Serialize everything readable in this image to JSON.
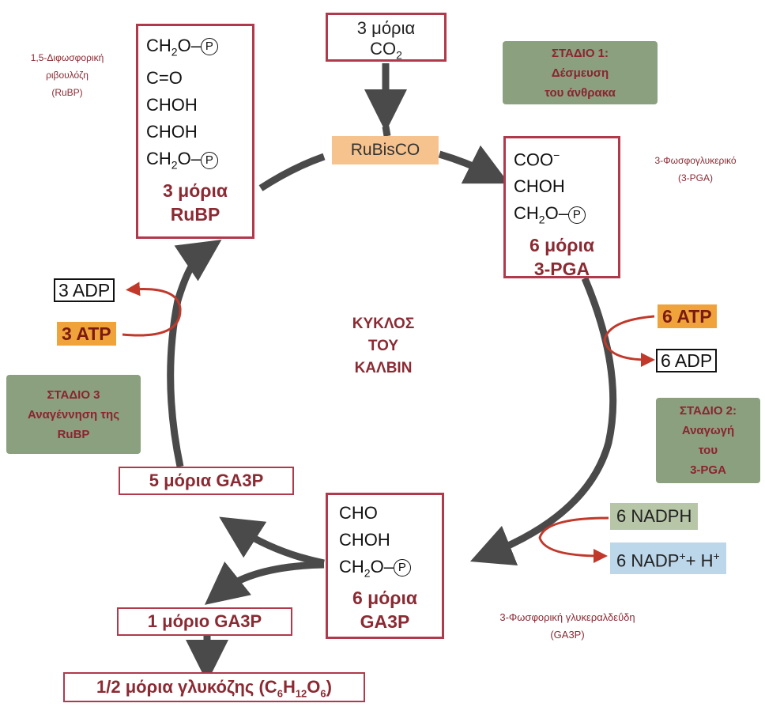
{
  "co2_box": {
    "line1": "3 μόρια",
    "line2": "CO",
    "sub": "2"
  },
  "rubisco": "RuBisCO",
  "rubp_box": {
    "line1": "CH",
    "line1_sub": "2",
    "line1_rest": "O–",
    "p": "P",
    "line2": "C=O",
    "line3": "CHOH",
    "line4": "CHOH",
    "line5": "CH",
    "line5_sub": "2",
    "line5_rest": "O–",
    "label1": "3 μόρια",
    "label2": "RuBP"
  },
  "rubp_name": {
    "line1": "1,5-Διφωσφορική",
    "line2": "ριβουλόζη",
    "line3": "(RuBP)"
  },
  "pga_box": {
    "line1": "COO",
    "line1_sup": "−",
    "line2": "CHOH",
    "line3": "CH",
    "line3_sub": "2",
    "line3_rest": "O–",
    "p": "P",
    "label1": "6 μόρια",
    "label2": "3-PGA"
  },
  "pga_name": {
    "line1": "3-Φωσφογλυκερικό",
    "line2": "(3-PGA)"
  },
  "ga3p_box": {
    "line1": "CHO",
    "line2": "CHOH",
    "line3": "CH",
    "line3_sub": "2",
    "line3_rest": "O–",
    "p": "P",
    "label1": "6 μόρια",
    "label2": "GA3P"
  },
  "ga3p_name": {
    "line1": "3-Φωσφορική γλυκεραλδεΰδη",
    "line2": "(GA3P)"
  },
  "stage1": {
    "line1": "ΣΤΑΔΙΟ 1:",
    "line2": "Δέσμευση",
    "line3": "του άνθρακα"
  },
  "stage2": {
    "line1": "ΣΤΑΔΙΟ 2:",
    "line2": "Αναγωγή",
    "line3": "του",
    "line4": "3-PGA"
  },
  "stage3": {
    "line1": "ΣΤΑΔΙΟ 3",
    "line2": "Αναγέννηση της",
    "line3": "RuBP"
  },
  "cycle_title": {
    "line1": "ΚΥΚΛΟΣ",
    "line2": "ΤΟΥ",
    "line3": "ΚΑΛΒΙΝ"
  },
  "adp_left": "3 ADP",
  "atp_left": "3 ATP",
  "atp_right": "6 ATP",
  "adp_right": "6 ADP",
  "nadph": "6 NADPH",
  "nadp": {
    "text": "6 NADP",
    "sup": "+",
    "rest": "+ H",
    "sup2": "+"
  },
  "ga3p5": "5 μόρια GA3P",
  "ga3p1": "1 μόριο GA3P",
  "glucose": {
    "text": "1/2 μόρια γλυκόζης (C",
    "s1": "6",
    "h": "H",
    "s2": "12",
    "o": "O",
    "s3": "6",
    "end": ")"
  },
  "colors": {
    "box_border": "#b0394c",
    "arrow": "#4a4a4a",
    "atp_bg": "#f0a33a",
    "rubisco_bg": "#f6c38f",
    "stage_bg": "#8aa07e",
    "nadph_bg": "#b8c6a8",
    "nadp_bg": "#bcd6ea",
    "text_red": "#8b2a33",
    "curved_arrow": "#c0392b"
  }
}
